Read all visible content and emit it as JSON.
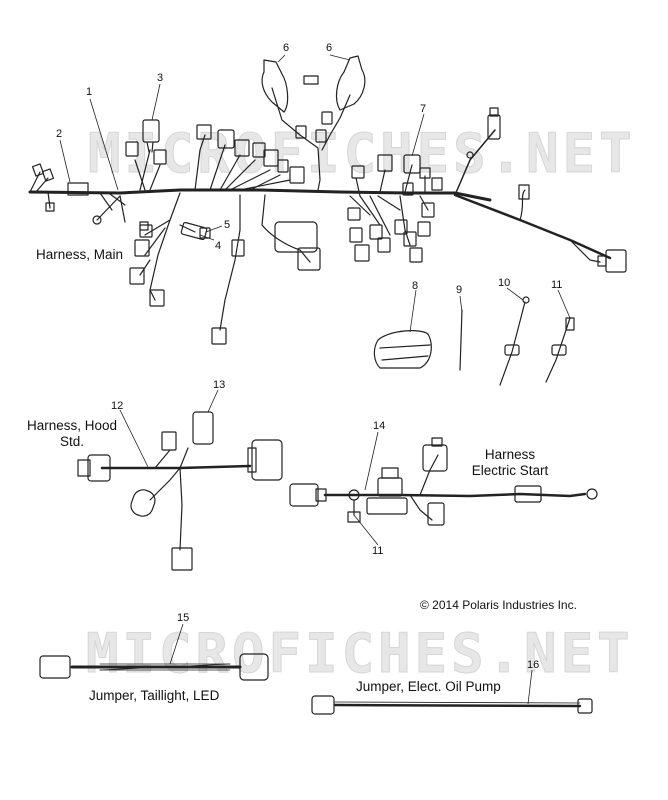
{
  "watermark": "MICROFICHES.NET",
  "copyright": "© 2014 Polaris Industries Inc.",
  "labels": {
    "harness_main": "Harness, Main",
    "harness_hood_line1": "Harness, Hood",
    "harness_hood_line2": "Std.",
    "harness_es_line1": "Harness",
    "harness_es_line2": "Electric Start",
    "jumper_taillight": "Jumper, Taillight, LED",
    "jumper_oil_pump": "Jumper, Elect. Oil Pump"
  },
  "callouts": [
    "1",
    "2",
    "3",
    "4",
    "5",
    "6",
    "6",
    "7",
    "8",
    "9",
    "10",
    "11",
    "12",
    "13",
    "14",
    "11",
    "15",
    "16"
  ]
}
